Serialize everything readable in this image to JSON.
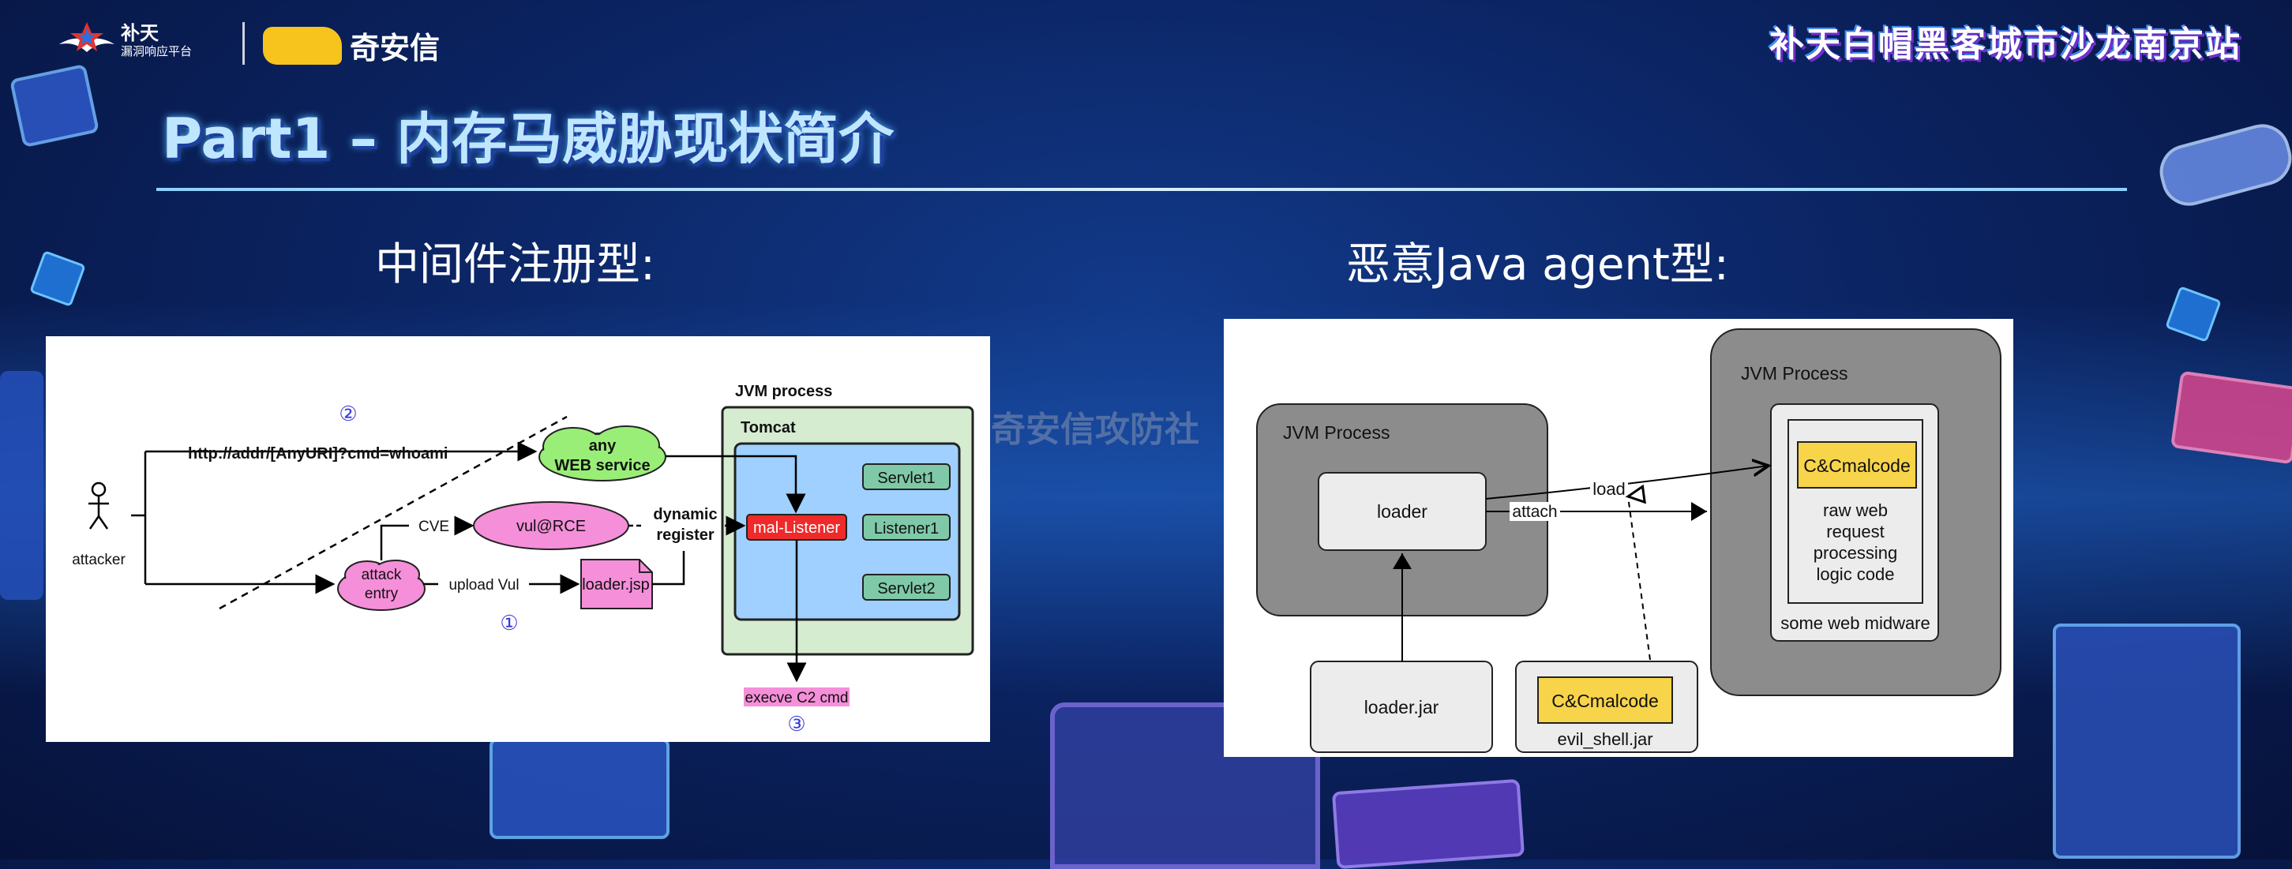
{
  "header": {
    "logo1_name": "补天",
    "logo1_sub": "漏洞响应平台",
    "logo2_name": "奇安信",
    "event_title": "补天白帽黑客城市沙龙南京站"
  },
  "page_title": "Part1 – 内存马威胁现状简介",
  "left_heading": "中间件注册型:",
  "right_heading": "恶意Java agent型:",
  "watermark": "奇安信攻防社",
  "colors": {
    "cloud_green": "#99ee77",
    "pink": "#f58fd9",
    "red": "#ee2a2a",
    "jvm_green": "#d6ecd0",
    "tomcat_blue": "#9fd0ff",
    "servlet_green": "#7fc9a8",
    "yellow": "#f8d44a",
    "gray": "#8c8c8c"
  },
  "left_diagram": {
    "attacker_label": "attacker",
    "url_label": "http://addr/[AnyURI]?cmd=whoami",
    "any_web_service": [
      "any",
      "WEB service"
    ],
    "cve_label": "CVE",
    "vul_rce": "vul@RCE",
    "attack_entry": [
      "attack",
      "entry"
    ],
    "upload_vul": "upload Vul",
    "loader_jsp": "loader.jsp",
    "dynamic_register": [
      "dynamic",
      "register"
    ],
    "jvm_process": "JVM process",
    "tomcat": "Tomcat",
    "mal_listener": "mal-Listener",
    "servlet1": "Servlet1",
    "listener1": "Listener1",
    "servlet2": "Servlet2",
    "execve": "execve C2 cmd",
    "step1": "①",
    "step2": "②",
    "step3": "③"
  },
  "right_diagram": {
    "jvm_process_left": "JVM Process",
    "loader": "loader",
    "load": "load",
    "attach": "attach",
    "jvm_process_right": "JVM Process",
    "c2_code_top": "C&Cmalcode",
    "raw_web": [
      "raw web",
      "request",
      "processing",
      "logic code"
    ],
    "some_web_midware": "some web midware",
    "loader_jar": "loader.jar",
    "c2_code_bottom": "C&Cmalcode",
    "evil_shell": "evil_shell.jar"
  }
}
